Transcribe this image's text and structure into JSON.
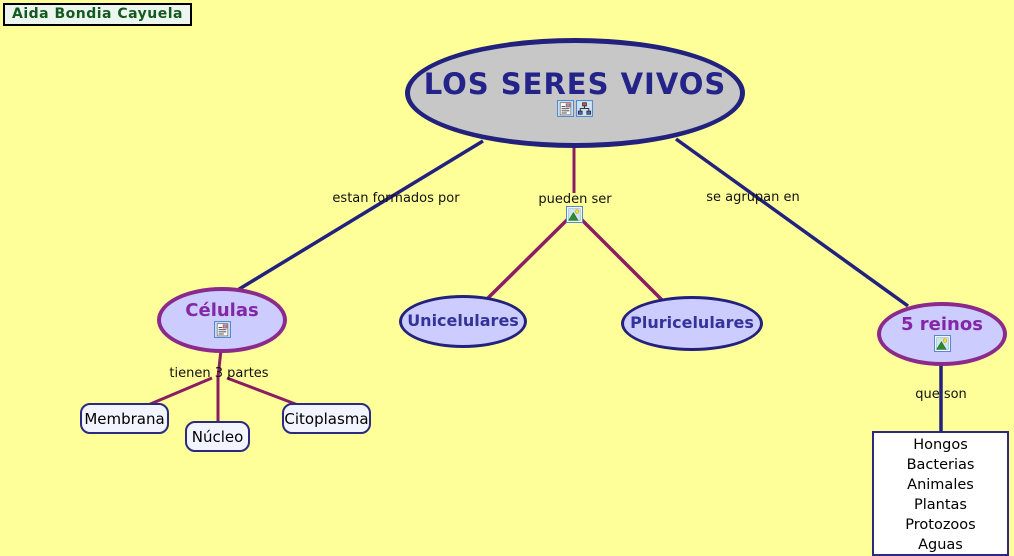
{
  "author_badge": {
    "text": "Aida Bondia Cayuela"
  },
  "colors": {
    "background": "#FFFF99",
    "navy_border": "#22227E",
    "navy_line": "#22227E",
    "magenta_line": "#8B1E62",
    "magenta_border": "#8B2A8B",
    "root_fill": "#C7C7C7",
    "concept_fill": "#CCCCFF",
    "root_text": "#23238A",
    "purple_text": "#8427A7",
    "blue_text": "#333399",
    "box_fill": "#F2F5FF"
  },
  "nodes": {
    "root": {
      "label": "LOS SERES VIVOS",
      "icons": [
        "document-icon",
        "hierarchy-icon"
      ]
    },
    "celulas": {
      "label": "Células",
      "icons": [
        "document-icon"
      ]
    },
    "unicelulares": {
      "label": "Unicelulares"
    },
    "pluricelulares": {
      "label": "Pluricelulares"
    },
    "reinos": {
      "label": "5 reinos",
      "icons": [
        "image-icon"
      ]
    },
    "membrana": {
      "label": "Membrana"
    },
    "nucleo": {
      "label": "Núcleo"
    },
    "citoplasma": {
      "label": "Citoplasma"
    }
  },
  "links": {
    "estan_formados_por": {
      "label": "estan formados por"
    },
    "pueden_ser": {
      "label": "pueden ser",
      "icon": "image-icon"
    },
    "se_agrupan_en": {
      "label": "se agrupan en"
    },
    "tienen_3_partes": {
      "label": "tienen 3 partes"
    },
    "que_son": {
      "label": "que son"
    }
  },
  "kingdoms": {
    "items": [
      "Hongos",
      "Bacterias",
      "Animales",
      "Plantas",
      "Protozoos",
      "Aguas"
    ]
  }
}
